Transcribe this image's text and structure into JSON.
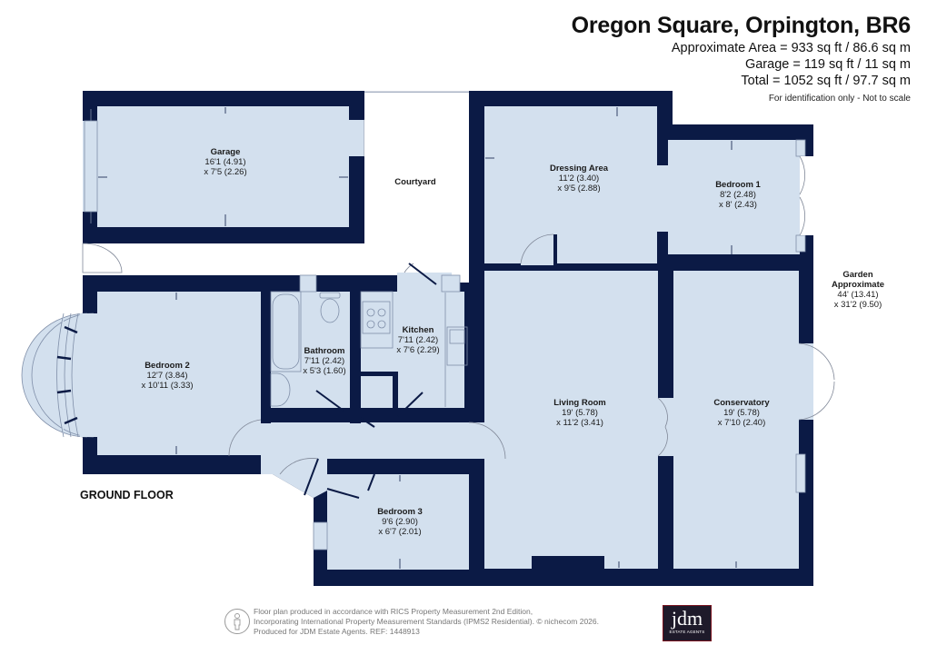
{
  "header": {
    "title": "Oregon Square, Orpington, BR6",
    "approximate_area": "Approximate Area = 933 sq ft / 86.6 sq m",
    "garage_area": "Garage = 119 sq ft / 11 sq m",
    "total_area": "Total = 1052 sq ft / 97.7 sq m",
    "note": "For identification only - Not to scale"
  },
  "floor_label": "GROUND FLOOR",
  "colors": {
    "wall": "#0b1a45",
    "floor": "#d3e0ee",
    "door_arc": "#808898",
    "text": "#1a1a1a",
    "logo_bg": "#1e1a2a",
    "logo_border": "#7a1420"
  },
  "rooms": [
    {
      "name": "Garage",
      "dim1": "16'1 (4.91)",
      "dim2": "x 7'5 (2.26)"
    },
    {
      "name": "Courtyard",
      "dim1": "",
      "dim2": ""
    },
    {
      "name": "Dressing Area",
      "dim1": "11'2 (3.40)",
      "dim2": "x 9'5 (2.88)"
    },
    {
      "name": "Bedroom 1",
      "dim1": "8'2 (2.48)",
      "dim2": "x 8' (2.43)"
    },
    {
      "name": "Garden",
      "name2": "Approximate",
      "dim1": "44' (13.41)",
      "dim2": "x 31'2 (9.50)"
    },
    {
      "name": "Bedroom 2",
      "dim1": "12'7 (3.84)",
      "dim2": "x 10'11 (3.33)"
    },
    {
      "name": "Bathroom",
      "dim1": "7'11 (2.42)",
      "dim2": "x 5'3 (1.60)"
    },
    {
      "name": "Kitchen",
      "dim1": "7'11 (2.42)",
      "dim2": "x 7'6 (2.29)"
    },
    {
      "name": "Living Room",
      "dim1": "19' (5.78)",
      "dim2": "x 11'2 (3.41)"
    },
    {
      "name": "Conservatory",
      "dim1": "19' (5.78)",
      "dim2": "x 7'10 (2.40)"
    },
    {
      "name": "Bedroom 3",
      "dim1": "9'6 (2.90)",
      "dim2": "x 6'7 (2.01)"
    }
  ],
  "footer": {
    "line1": "Floor plan produced in accordance with RICS Property Measurement 2nd Edition,",
    "line2": "Incorporating International Property Measurement Standards (IPMS2 Residential).   © nichecom 2026.",
    "line3": "Produced for JDM Estate Agents.   REF: 1448913",
    "icon": "person-icon"
  },
  "logo": {
    "text": "jdm",
    "subtext": "ESTATE AGENTS"
  }
}
